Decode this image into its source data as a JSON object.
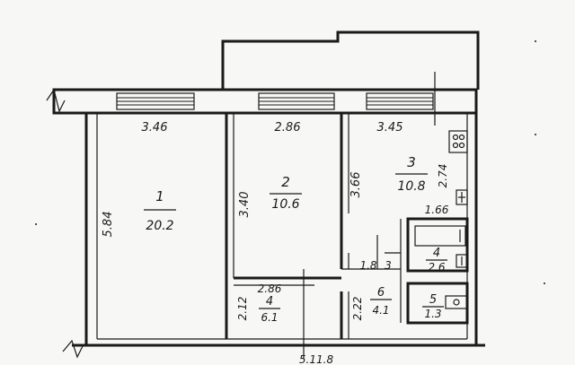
{
  "rooms": [
    {
      "id": "1",
      "area": "20.2"
    },
    {
      "id": "2",
      "area": "10.6"
    },
    {
      "id": "3",
      "area": "10.8"
    },
    {
      "id": "4",
      "area": "2.6"
    },
    {
      "id": "4",
      "area": "6.1"
    },
    {
      "id": "5",
      "area": "1.3"
    },
    {
      "id": "6",
      "area": "4.1"
    }
  ],
  "dimensions": [
    "3.46",
    "2.86",
    "3.45",
    "5.84",
    "3.40",
    "3.66",
    "2.74",
    "1.66",
    "1.8",
    "3",
    "2.86",
    "2.12",
    "2.22",
    "5.11.8"
  ]
}
